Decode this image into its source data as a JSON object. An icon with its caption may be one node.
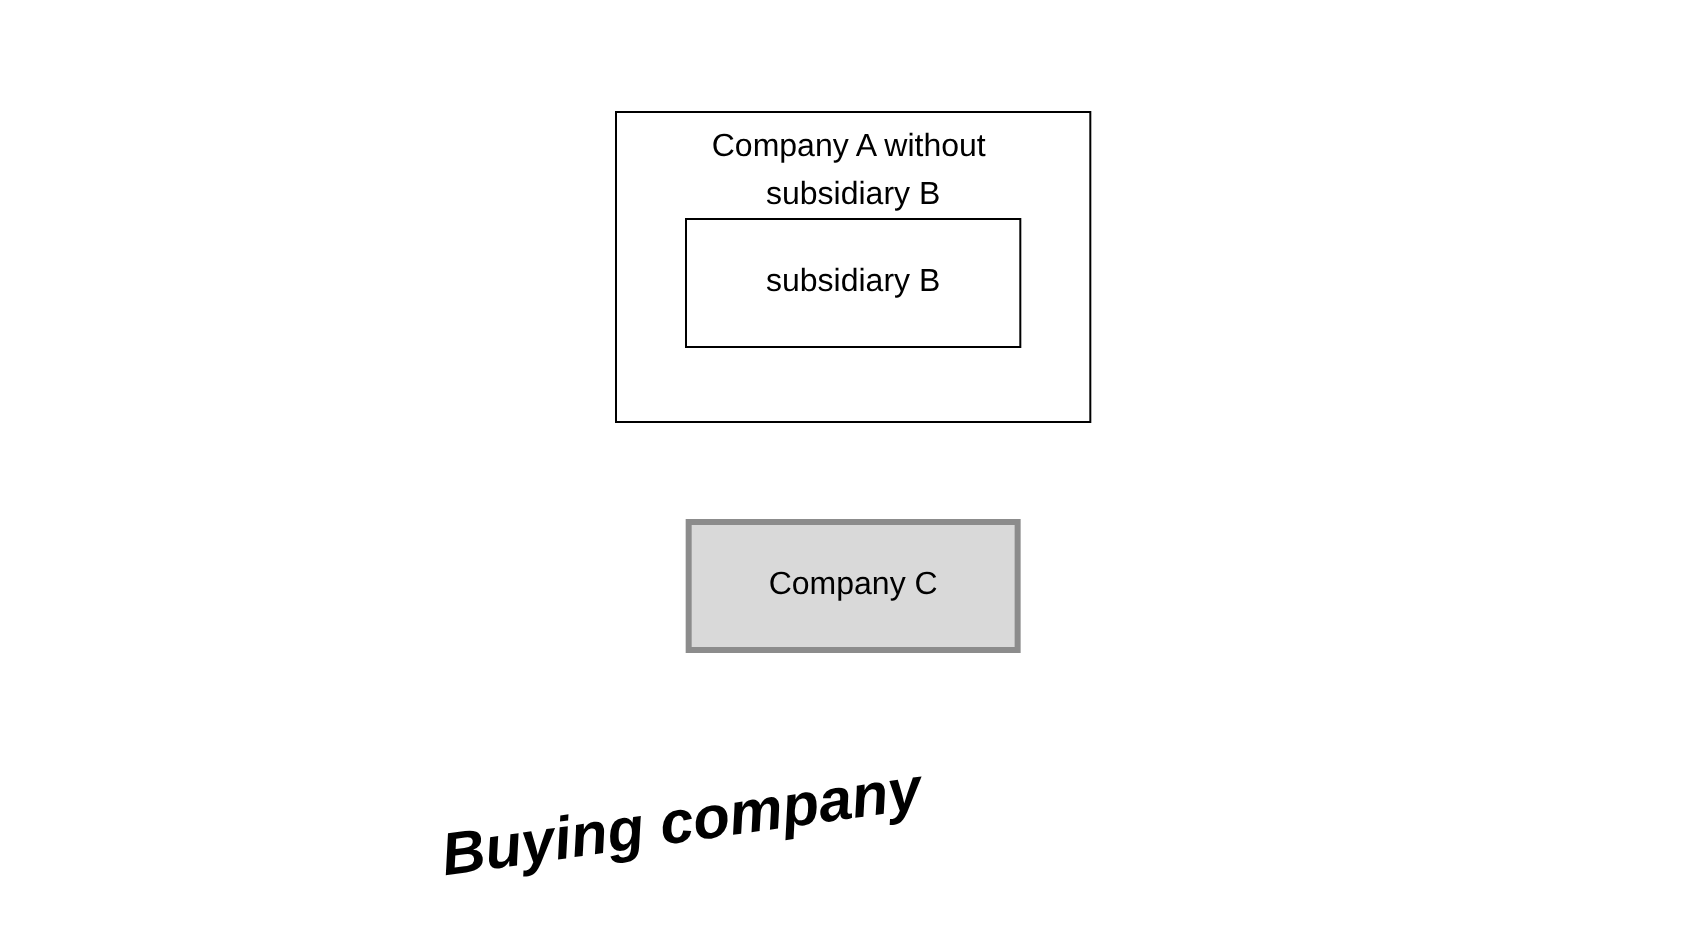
{
  "diagram": {
    "nodes": [
      {
        "text": [
          "Company A without subsidiary B"
        ]
      },
      {
        "text": [
          "subsidiary B"
        ],
        "in": 0
      },
      {
        "text": [
          "Company C"
        ]
      }
    ],
    "labels": [
      "Buying company"
    ]
  }
}
